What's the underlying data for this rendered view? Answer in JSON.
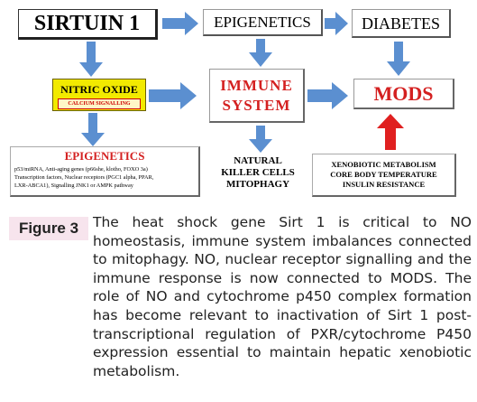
{
  "diagram": {
    "sirtuin": "SIRTUIN 1",
    "epigenetics_top": "EPIGENETICS",
    "diabetes": "DIABETES",
    "nitric_oxide": "NITRIC OXIDE",
    "calcium_signalling": "CALCIUM SIGNALLING",
    "immune_line1": "IMMUNE",
    "immune_line2": "SYSTEM",
    "mods": "MODS",
    "epigenetics_box": {
      "title": "EPIGENETICS",
      "line1": "p53/miRNA, Anti-aging genes (p66she, klotho, FOXO 3a)",
      "line2": "Transcription factors, Nuclear receptors (PGC1 alpha, PPAR,",
      "line3": "LXR-ABCA1), Signalling JNK1 or AMPK pathway"
    },
    "natural_killer": {
      "line1": "NATURAL",
      "line2": "KILLER CELLS",
      "line3": "MITOPHAGY"
    },
    "xenobiotic": {
      "line1": "XENOBIOTIC METABOLISM",
      "line2": "CORE BODY TEMPERATURE",
      "line3": "INSULIN RESISTANCE"
    },
    "colors": {
      "arrow_blue": "#5b8fd0",
      "arrow_red": "#e02020",
      "label_red": "#d42020",
      "highlight_yellow": "#f2ea00"
    }
  },
  "figure": {
    "label": "Figure 3",
    "caption": "The heat shock gene Sirt 1 is critical to NO homeostasis, immune system imbalances connected to mitophagy. NO, nuclear receptor signalling and the immune response is now connected to MODS. The role of NO and cytochrome p450 complex formation has become relevant to inactivation of Sirt 1 post-transcriptional regulation of PXR/cytochrome P450 expression essential to maintain hepatic xenobiotic metabolism."
  }
}
